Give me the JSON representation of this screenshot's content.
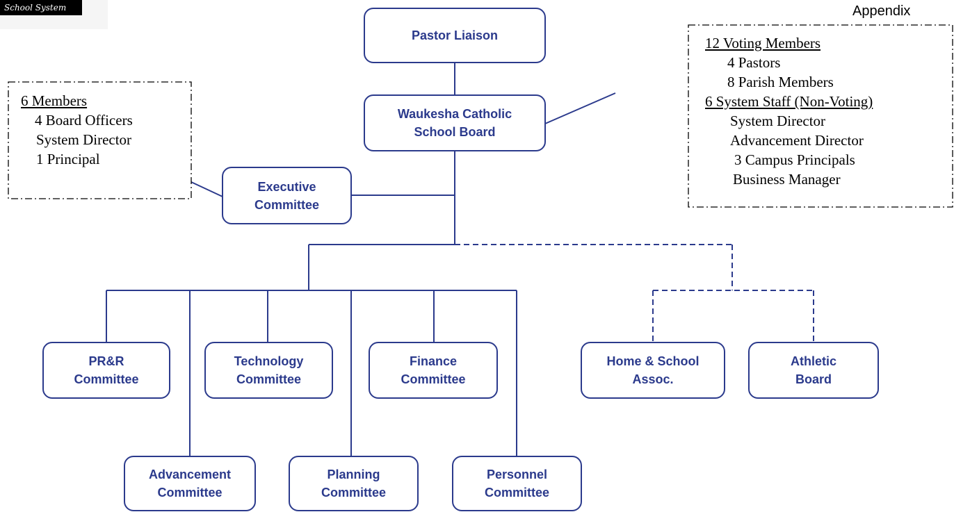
{
  "logo": {
    "text": "School System"
  },
  "appendix_label": "Appendix",
  "nodes": {
    "pastor_liaison": [
      "Pastor Liaison"
    ],
    "school_board": [
      "Waukesha Catholic",
      "School Board"
    ],
    "executive": [
      "Executive",
      "Committee"
    ],
    "prr": [
      "PR&R",
      "Committee"
    ],
    "technology": [
      "Technology",
      "Committee"
    ],
    "finance": [
      "Finance",
      "Committee"
    ],
    "home_school": [
      "Home & School",
      "Assoc."
    ],
    "athletic": [
      "Athletic",
      "Board"
    ],
    "advancement": [
      "Advancement",
      "Committee"
    ],
    "planning": [
      "Planning",
      "Committee"
    ],
    "personnel": [
      "Personnel",
      "Committee"
    ]
  },
  "exec_note": {
    "heading": "6 Members",
    "lines": [
      "4 Board Officers",
      "System Director",
      "1 Principal"
    ]
  },
  "board_note": {
    "heading1": "12 Voting Members",
    "lines1": [
      "4 Pastors",
      "8 Parish Members"
    ],
    "heading2": "6 System Staff (Non-Voting)",
    "lines2": [
      "System Director",
      "Advancement Director",
      "3 Campus Principals",
      "Business Manager"
    ]
  }
}
